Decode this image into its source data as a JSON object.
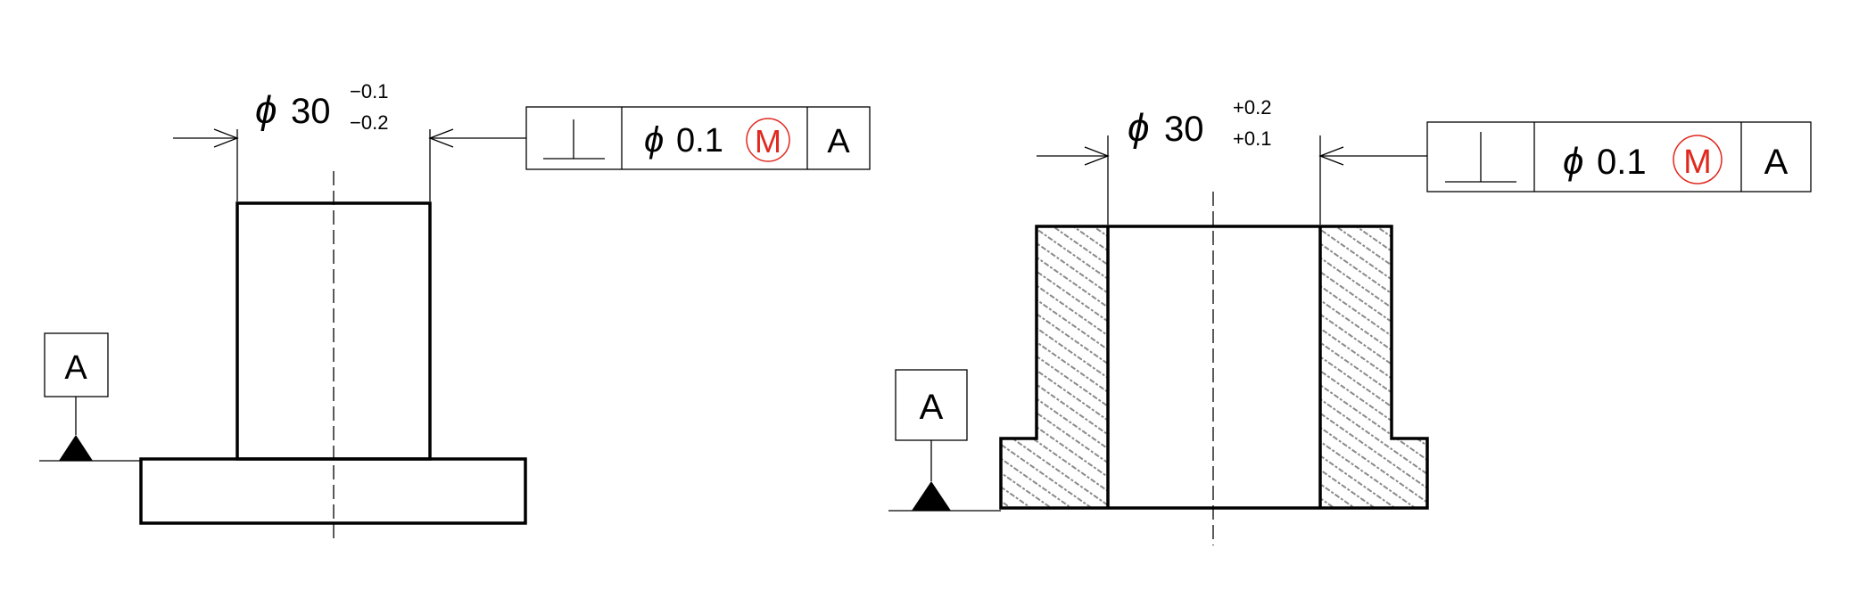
{
  "colors": {
    "line": "#000000",
    "modifier_red": "#e0281e",
    "hatch": "#808080"
  },
  "left_drawing": {
    "diameter_symbol": "ϕ",
    "nominal": "30",
    "tol_upper": "−0.1",
    "tol_lower": "−0.2",
    "fcf": {
      "characteristic_icon": "perpendicularity-icon",
      "tolerance_symbol": "ϕ",
      "tolerance_value": "0.1",
      "modifier": "M",
      "datum_ref": "A"
    },
    "datum_label": "A"
  },
  "right_drawing": {
    "diameter_symbol": "ϕ",
    "nominal": "30",
    "tol_upper": "+0.2",
    "tol_lower": "+0.1",
    "fcf": {
      "characteristic_icon": "perpendicularity-icon",
      "tolerance_symbol": "ϕ",
      "tolerance_value": "0.1",
      "modifier": "M",
      "datum_ref": "A"
    },
    "datum_label": "A"
  }
}
